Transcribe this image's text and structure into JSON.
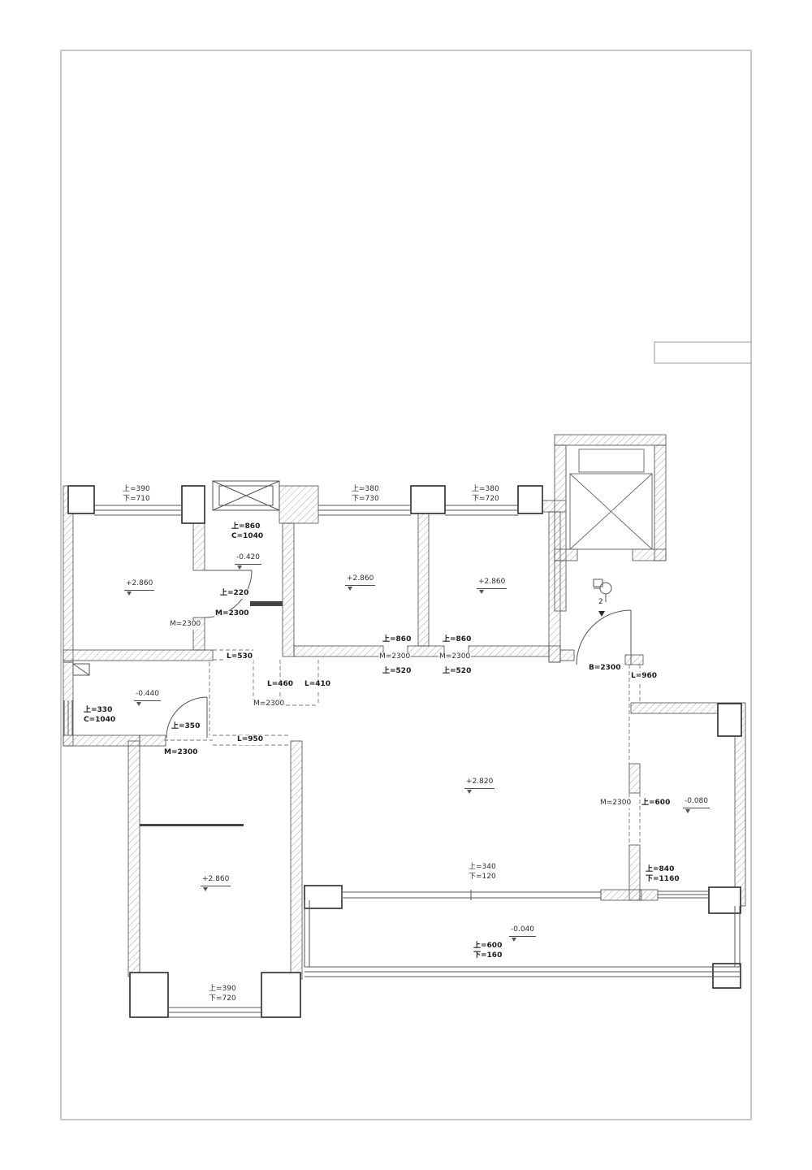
{
  "colors": {
    "wall_line": "#4a4a4a",
    "hatch": "#9c9c9c",
    "boundary": "#9b9b9b",
    "text": "#2e2e2e"
  },
  "labels": {
    "win_top_left": "上=390\n下=710",
    "win_top_mid": "上=380\n下=730",
    "win_top_right": "上=380\n下=720",
    "flue_spec": "上=860\nC=1040",
    "level_hall": "-0.420",
    "level_bed1": "+2.860",
    "door_bed1_height": "上=220",
    "door_bed1_m1": "M=2300",
    "door_bed1_m2": "M=2300",
    "level_bed2": "+2.860",
    "level_bed3": "+2.860",
    "opening_l530": "L=530",
    "door_bed2_up": "上=860",
    "door_bed2_m": "M=2300",
    "door_bed2_sill": "上=520",
    "door_bed3_up": "上=860",
    "door_bed3_m": "M=2300",
    "door_bed3_sill": "上=520",
    "opening_l460": "L=460",
    "opening_l410": "L=410",
    "opening_m2300": "M=2300",
    "entry_b2300": "B=2300",
    "entry_l960": "L=960",
    "level_bath": "-0.440",
    "bath_win": "上=330\nC=1040",
    "bath_door_up": "上=350",
    "bath_l950": "L=950",
    "bath_m2300": "M=2300",
    "level_living": "+2.820",
    "dining_m2300": "M=2300",
    "dining_up600": "上=600",
    "level_dining": "-0.080",
    "slider_spec": "上=340\n下=120",
    "dining_win": "上=840\n下=1160",
    "level_bed4": "+2.860",
    "level_balcony": "-0.040",
    "balcony_spec": "上=600\n下=160",
    "win_bottom": "上=390\n下=720",
    "door_number": "2"
  }
}
